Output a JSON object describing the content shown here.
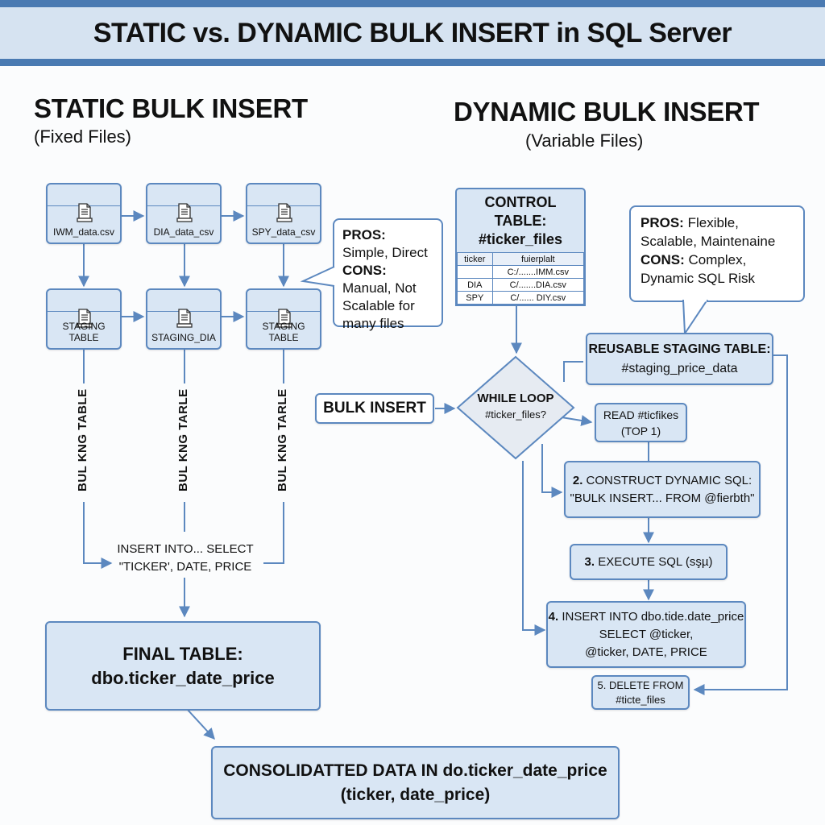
{
  "title": "STATIC vs. DYNAMIC BULK INSERT in SQL Server",
  "static": {
    "heading": "STATIC BULK INSERT",
    "subheading": "(Fixed Files)",
    "files": [
      {
        "label": "IWM_data.csv",
        "icon": "document-icon"
      },
      {
        "label": "DIA_data_csv",
        "icon": "document-icon"
      },
      {
        "label": "SPY_data_csv",
        "icon": "document-icon"
      }
    ],
    "staging": [
      {
        "label": "STAGING TABLE",
        "icon": "document-icon"
      },
      {
        "label": "STAGING_DIA",
        "icon": "document-icon"
      },
      {
        "label": "STAGING TABLE",
        "icon": "document-icon"
      }
    ],
    "vertical_labels": [
      "BUL KNG TABLE",
      "BUL KNG TARLE",
      "BUL KNG TARLE"
    ],
    "insert_select": {
      "line1": "INSERT INTO... SELECT",
      "line2": "\"TICKER', DATE, PRICE"
    },
    "callout": {
      "pros_label": "PROS:",
      "pros_text": "Simple, Direct",
      "cons_label": "CONS:",
      "cons_text": "Manual, Not Scalable for many files"
    },
    "final_table": {
      "line1": "FINAL TABLE:",
      "line2": "dbo.ticker_date_price"
    }
  },
  "dynamic": {
    "heading": "DYNAMIC BULK INSERT",
    "subheading": "(Variable Files)",
    "control_table": {
      "title1": "CONTROL TABLE:",
      "title2": "#ticker_files",
      "columns": [
        "ticker",
        "fuierplalt"
      ],
      "rows": [
        [
          "",
          "C:/.......IMM.csv"
        ],
        [
          "DIA",
          "C/.......DIA.csv"
        ],
        [
          "SPY",
          "C/...... DIY.csv"
        ]
      ]
    },
    "callout": {
      "pros_label": "PROS:",
      "pros_text": "Flexible, Scalable, Maintenaine",
      "cons_label": "CONS:",
      "cons_text": "Complex, Dynamic SQL Risk"
    },
    "bulk_insert": "BULK INSERT",
    "while_loop": {
      "line1": "WHILE LOOP",
      "line2": "#ticker_files?"
    },
    "reusable_staging": {
      "line1": "REUSABLE STAGING TABLE:",
      "line2": "#staging_price_data"
    },
    "steps": [
      {
        "line1": "READ #ticfikes",
        "line2": "(TOP 1)"
      },
      {
        "num": "2.",
        "line1": "CONSTRUCT DYNAMIC SQL:",
        "line2": "\"BULK INSERT... FROM @fierbth\""
      },
      {
        "num": "3.",
        "line1": "EXECUTE SQL (sşµ)"
      },
      {
        "num": "4.",
        "line1": "INSERT INTO dbo.tide.date_price",
        "line2": "SELECT @ticker,",
        "line3": "@ticker, DATE, PRICE"
      },
      {
        "line1": "5. DELETE FROM",
        "line2": "#ticte_files"
      }
    ]
  },
  "consolidated": {
    "line1": "CONSOLIDATTED DATA IN do.ticker_date_price",
    "line2": "(ticker, date_price)"
  },
  "colors": {
    "accent": "#4a7ab2",
    "box_fill": "#d9e6f4",
    "box_border": "#5c88bf",
    "title_band": "#d6e3f1"
  }
}
